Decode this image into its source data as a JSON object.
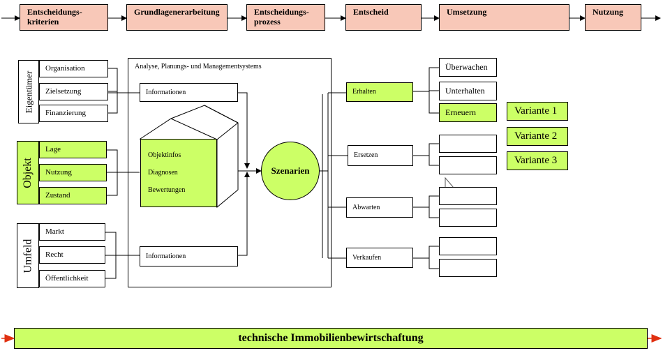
{
  "process_steps": [
    {
      "line1": "Entscheidungs-",
      "line2": "kriterien"
    },
    {
      "line1": "Grundlagenerarbeitung",
      "line2": ""
    },
    {
      "line1": "Entscheidungs-",
      "line2": "prozess"
    },
    {
      "line1": "Entscheid",
      "line2": ""
    },
    {
      "line1": "Umsetzung",
      "line2": ""
    },
    {
      "line1": "Nutzung",
      "line2": ""
    }
  ],
  "groups": {
    "eigentuemer": {
      "label": "Eigentümer",
      "items": [
        "Organisation",
        "Zielsetzung",
        "Finanzierung"
      ]
    },
    "objekt": {
      "label": "Objekt",
      "items": [
        "Lage",
        "Nutzung",
        "Zustand"
      ]
    },
    "umfeld": {
      "label": "Umfeld",
      "items": [
        "Markt",
        "Recht",
        "Öffentlichkeit"
      ]
    }
  },
  "system": {
    "title": "Analyse, Planungs- und Managementsystems",
    "info_top": "Informationen",
    "info_bottom": "Informationen",
    "cube_lines": [
      "Objektinfos",
      "Diagnosen",
      "Bewertungen"
    ]
  },
  "center": "Szenarien",
  "options": [
    "Erhalten",
    "Ersetzen",
    "Abwarten",
    "Verkaufen"
  ],
  "erhalten_sub": [
    "Überwachen",
    "Unterhalten",
    "Erneuern"
  ],
  "varianten": [
    "Variante 1",
    "Variante 2",
    "Variante 3"
  ],
  "footer": "technische Immobilienbewirtschaftung",
  "colors": {
    "process": "#f8c8b8",
    "highlight": "#ccff66",
    "arrow_red": "#e03010"
  }
}
